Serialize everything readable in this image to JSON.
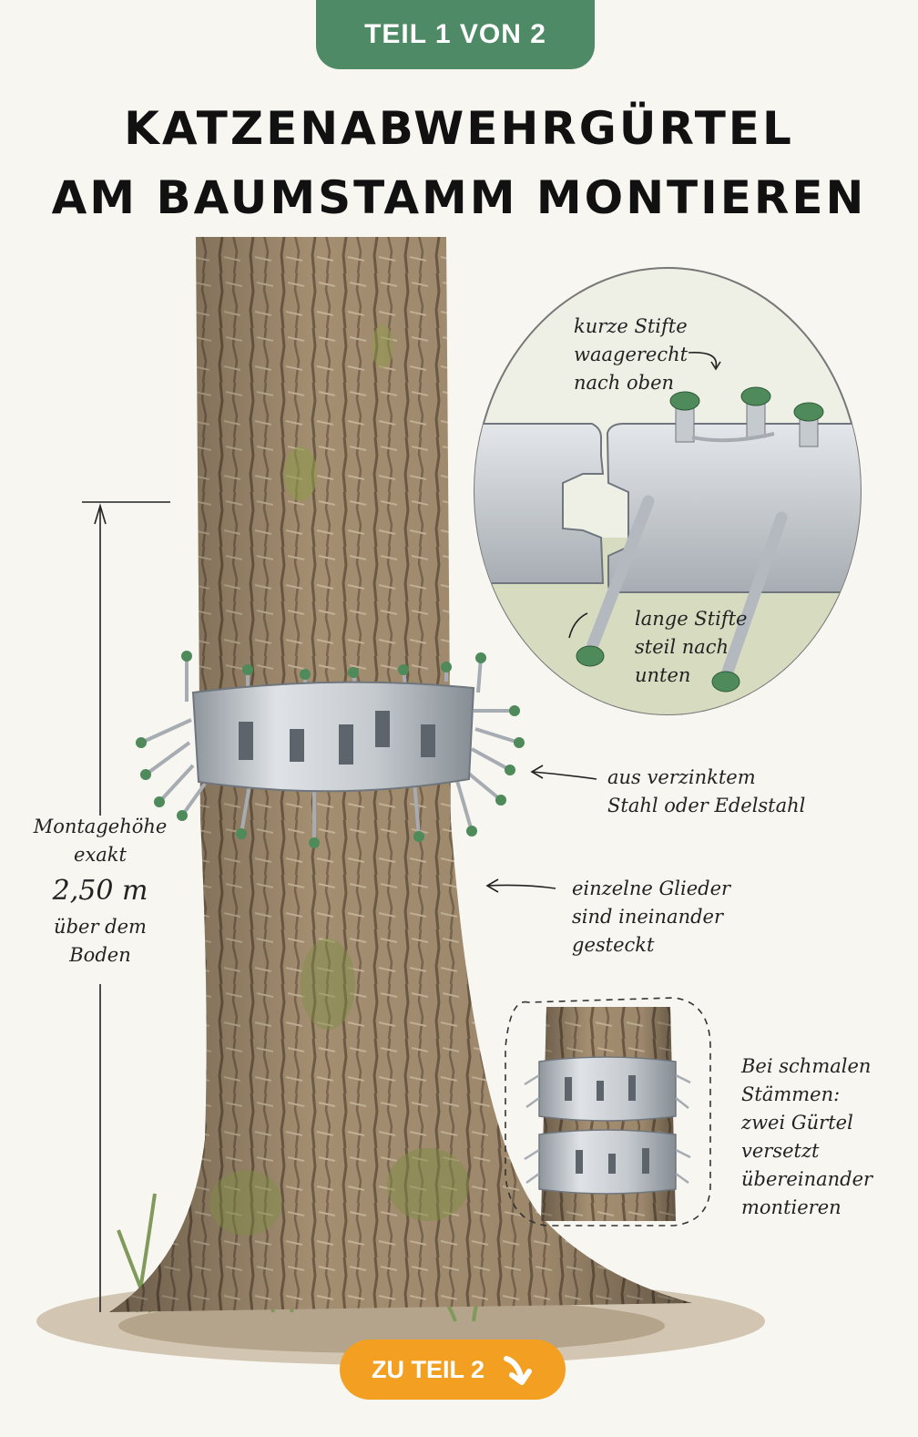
{
  "header": {
    "part_label": "TEIL 1 VON 2"
  },
  "title": {
    "line1": "KATZENABWEHRGÜRTEL",
    "line2": "AM BAUMSTAMM MONTIEREN"
  },
  "annotations": {
    "short_pins": [
      "kurze Stifte",
      "waagerecht",
      "nach oben"
    ],
    "long_pins": [
      "lange Stifte",
      "steil nach",
      "unten"
    ],
    "material": [
      "aus verzinktem",
      "Stahl oder Edelstahl"
    ],
    "links": [
      "einzelne Glieder",
      "sind ineinander",
      "gesteckt"
    ],
    "height": {
      "label1": "Montagehöhe",
      "label2": "exakt",
      "value": "2,50 m",
      "label3": "über dem",
      "label4": "Boden"
    },
    "narrow": [
      "Bei schmalen",
      "Stämmen:",
      "zwei Gürtel",
      "versetzt",
      "übereinander",
      "montieren"
    ]
  },
  "footer": {
    "next_button": "ZU TEIL 2"
  },
  "colors": {
    "green": "#4f8a66",
    "orange": "#f3a022",
    "bark": "#a08a6c",
    "steel": "#c9ced3"
  },
  "icons": {
    "next": "arrow-down-right-icon"
  }
}
